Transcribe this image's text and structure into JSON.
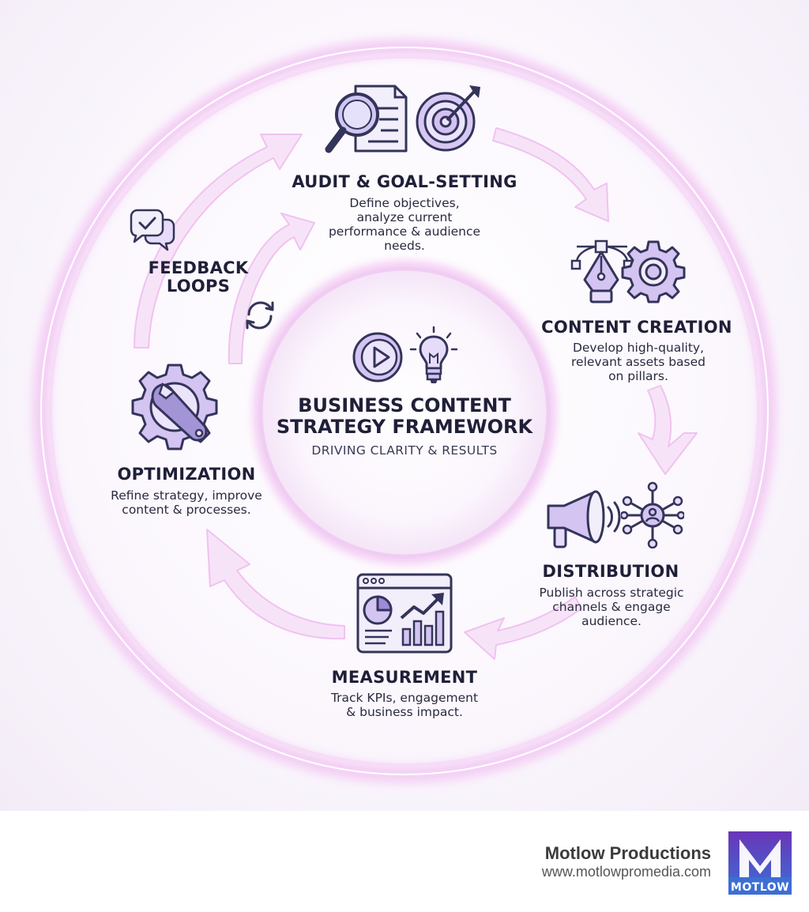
{
  "center": {
    "title": "BUSINESS CONTENT\nSTRATEGY FRAMEWORK",
    "subtitle": "DRIVING CLARITY & RESULTS"
  },
  "stages": [
    {
      "title": "AUDIT & GOAL-SETTING",
      "description": "Define objectives, analyze current performance & audience needs.",
      "icons": [
        "magnifier-document-icon",
        "target-arrow-icon"
      ]
    },
    {
      "title": "CONTENT CREATION",
      "description": "Develop high-quality, relevant assets based on pillars.",
      "icons": [
        "pen-nib-icon",
        "gear-icon"
      ]
    },
    {
      "title": "DISTRIBUTION",
      "description": "Publish across strategic channels & engage audience.",
      "icons": [
        "megaphone-icon",
        "network-icon"
      ]
    },
    {
      "title": "MEASUREMENT",
      "description": "Track KPIs, engagement & business impact.",
      "icons": [
        "analytics-dashboard-icon"
      ]
    },
    {
      "title": "OPTIMIZATION",
      "description": "Refine strategy, improve content & processes.",
      "icons": [
        "gear-wrench-icon"
      ]
    }
  ],
  "feedback": {
    "title": "FEEDBACK\nLOOPS",
    "icons": [
      "chat-check-icon",
      "refresh-icon"
    ]
  },
  "footer": {
    "brand_name": "Motlow Productions",
    "brand_url": "www.motlowpromedia.com",
    "logo_text": "MOTLOW"
  },
  "colors": {
    "accent": "#c9a6e8",
    "ring_glow": "#f1c9f4",
    "icon_fill": "#cdbcf0",
    "icon_stroke": "#34345a",
    "logo_gradient_top": "#6a35b8",
    "logo_gradient_bottom": "#3b6fd6"
  }
}
